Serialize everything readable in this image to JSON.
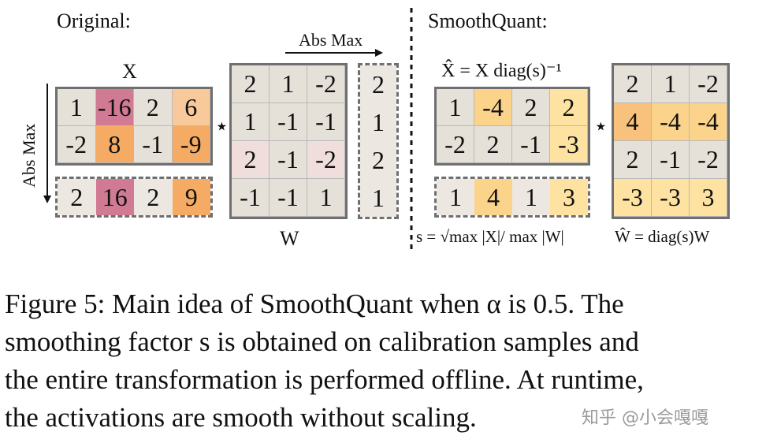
{
  "original": {
    "heading": "Original:",
    "x_label": "X",
    "w_label": "W",
    "abs_max_top": "Abs Max",
    "abs_max_side": "Abs Max",
    "times": "⋆",
    "X": [
      [
        "1",
        "-16",
        "2",
        "6"
      ],
      [
        "-2",
        "8",
        "-1",
        "-9"
      ]
    ],
    "X_absmax": [
      "2",
      "16",
      "2",
      "9"
    ],
    "W": [
      [
        "2",
        "1",
        "-2"
      ],
      [
        "1",
        "-1",
        "-1"
      ],
      [
        "2",
        "-1",
        "-2"
      ],
      [
        "-1",
        "-1",
        "1"
      ]
    ],
    "W_absmax": [
      "2",
      "1",
      "2",
      "1"
    ]
  },
  "smooth": {
    "heading": "SmoothQuant:",
    "xhat_formula": "X̂ = X diag(s)⁻¹",
    "s_formula": "s = √max |X|/ max |W|",
    "what_formula": "Ŵ = diag(s)W",
    "times": "⋆",
    "Xhat": [
      [
        "1",
        "-4",
        "2",
        "2"
      ],
      [
        "-2",
        "2",
        "-1",
        "-3"
      ]
    ],
    "s": [
      "1",
      "4",
      "1",
      "3"
    ],
    "What": [
      [
        "2",
        "1",
        "-2"
      ],
      [
        "4",
        "-4",
        "-4"
      ],
      [
        "2",
        "-1",
        "-2"
      ],
      [
        "-3",
        "-3",
        "3"
      ]
    ]
  },
  "colors": {
    "neutral": "#e6e1d8",
    "pink_light": "#f0dedd",
    "magenta": "#d07a94",
    "orange_light": "#f8c99a",
    "orange": "#f5ab63",
    "yellow": "#fde2a2",
    "yellow_orange": "#fbd38a",
    "orange_mid": "#f9c27c",
    "dashed_bg": "#ece8e1"
  },
  "cell_colors": {
    "X": [
      [
        "neutral",
        "magenta",
        "neutral",
        "orange_light"
      ],
      [
        "neutral",
        "orange",
        "neutral",
        "orange"
      ]
    ],
    "X_absmax": [
      "dashed_bg",
      "magenta",
      "dashed_bg",
      "orange"
    ],
    "W": [
      [
        "neutral",
        "neutral",
        "neutral"
      ],
      [
        "neutral",
        "neutral",
        "neutral"
      ],
      [
        "pink_light",
        "neutral",
        "pink_light"
      ],
      [
        "neutral",
        "neutral",
        "neutral"
      ]
    ],
    "W_absmax": [
      "dashed_bg",
      "dashed_bg",
      "dashed_bg",
      "dashed_bg"
    ],
    "Xhat": [
      [
        "neutral",
        "yellow_orange",
        "neutral",
        "yellow"
      ],
      [
        "neutral",
        "neutral",
        "neutral",
        "yellow"
      ]
    ],
    "s": [
      "dashed_bg",
      "yellow_orange",
      "dashed_bg",
      "yellow"
    ],
    "What": [
      [
        "neutral",
        "neutral",
        "neutral"
      ],
      [
        "orange_mid",
        "yellow_orange",
        "yellow_orange"
      ],
      [
        "neutral",
        "neutral",
        "neutral"
      ],
      [
        "yellow",
        "yellow",
        "yellow"
      ]
    ]
  },
  "caption": {
    "lines": [
      "Figure 5: Main idea of SmoothQuant when α is 0.5. The",
      "smoothing factor s is obtained on calibration samples and",
      "the entire transformation is performed offline. At runtime,",
      "the activations are smooth without scaling."
    ]
  },
  "watermark": "知乎 @小会嘎嘎"
}
